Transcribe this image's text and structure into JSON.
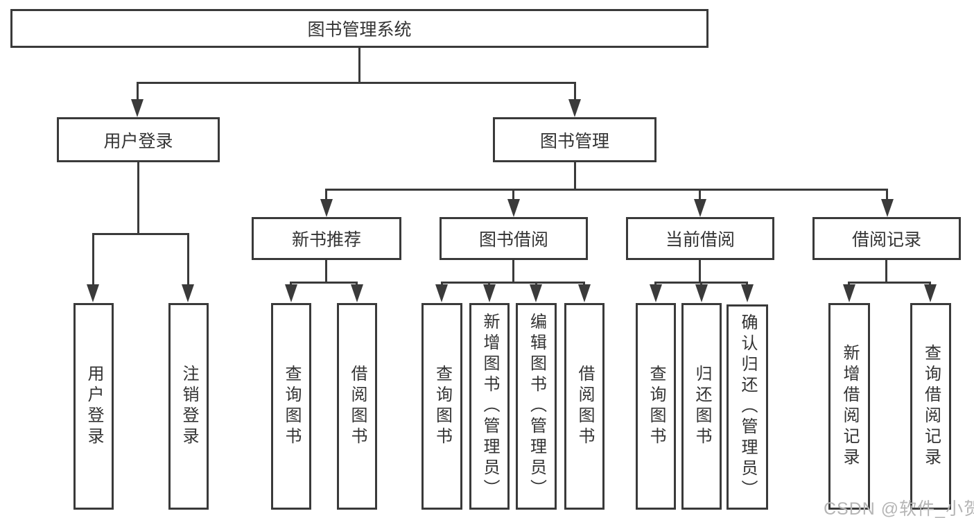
{
  "tree": {
    "root_label": "图书管理系统",
    "branches": [
      {
        "label": "用户登录",
        "leaves": [
          {
            "label": "用户登录"
          },
          {
            "label": "注销登录"
          }
        ]
      },
      {
        "label": "图书管理",
        "groups": [
          {
            "label": "新书推荐",
            "leaves": [
              {
                "label": "查询图书"
              },
              {
                "label": "借阅图书"
              }
            ]
          },
          {
            "label": "图书借阅",
            "leaves": [
              {
                "label": "查询图书"
              },
              {
                "label": "新增图书（管理员）"
              },
              {
                "label": "编辑图书（管理员）"
              },
              {
                "label": "借阅图书"
              }
            ]
          },
          {
            "label": "当前借阅",
            "leaves": [
              {
                "label": "查询图书"
              },
              {
                "label": "归还图书"
              },
              {
                "label": "确认归还（管理员）"
              }
            ]
          },
          {
            "label": "借阅记录",
            "leaves": [
              {
                "label": "新增借阅记录"
              },
              {
                "label": "查询借阅记录"
              }
            ]
          }
        ]
      }
    ]
  },
  "watermark": {
    "text": "CSDN @软件_小贺同学"
  },
  "colors": {
    "line": "#3a3a3a",
    "text": "#333333",
    "watermark": "#b5b5b5",
    "background": "#ffffff"
  }
}
